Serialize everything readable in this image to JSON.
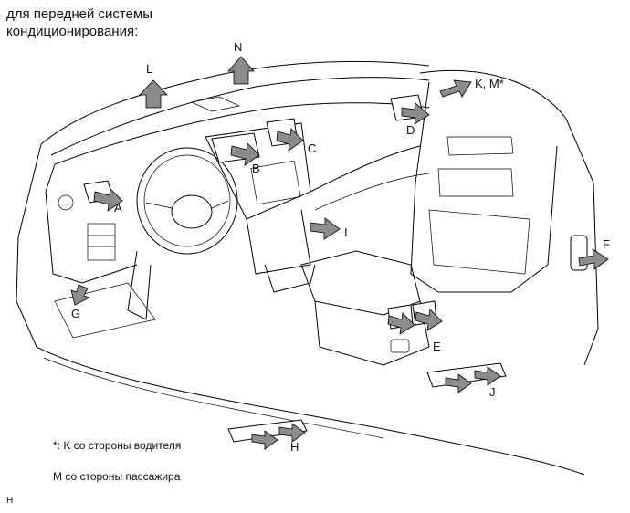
{
  "caption": [
    "для передней системы",
    "кондиционирования:"
  ],
  "labels": {
    "A": "A",
    "B": "B",
    "C": "C",
    "D": "D",
    "E": "E",
    "F": "F",
    "G": "G",
    "H": "H",
    "I": "I",
    "J": "J",
    "KM": "K, M*",
    "L": "L",
    "N": "N"
  },
  "notes": {
    "driver": "*: K со стороны водителя",
    "passenger": "M со стороны пассажира"
  },
  "footer_code": "H",
  "colors": {
    "arrow": "#8c8c8c",
    "line": "#000000"
  }
}
